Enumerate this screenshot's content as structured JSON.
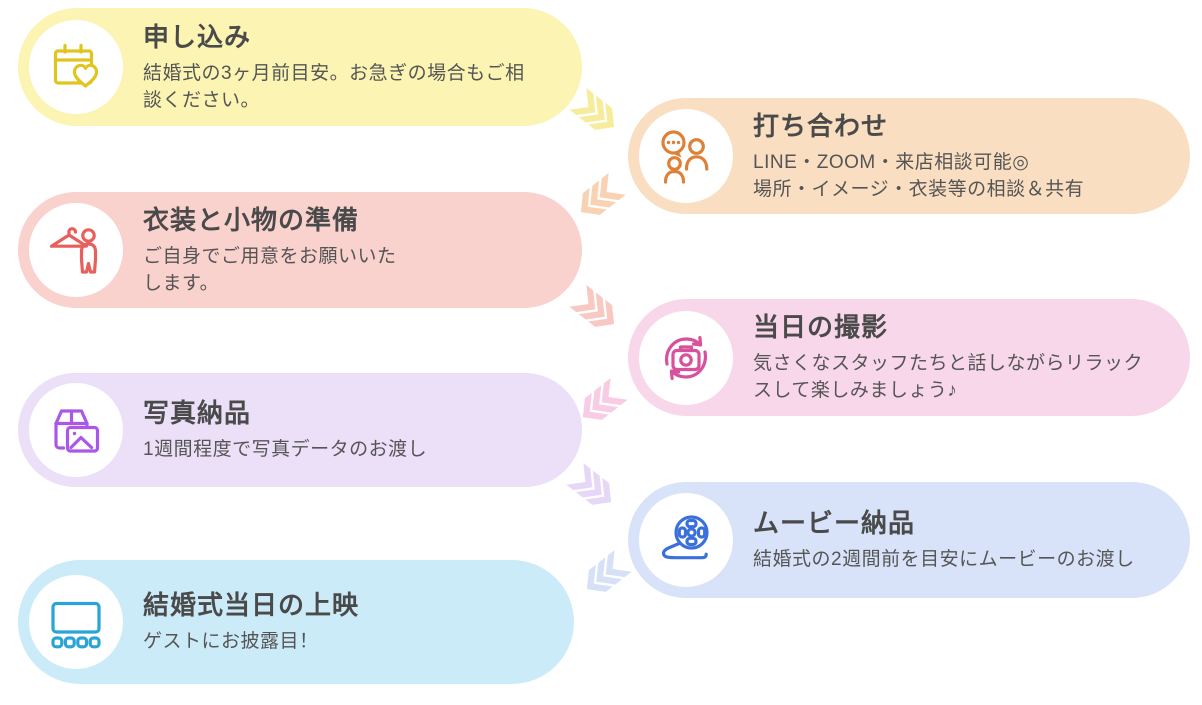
{
  "theme": {
    "background": "#ffffff",
    "title_color": "#4a4a4a",
    "body_color": "#555555"
  },
  "steps": [
    {
      "title": "申し込み",
      "body": "結婚式の3ヶ月前目安。お急ぎの場合もご相\n談ください。",
      "icon": "calendar-heart-icon",
      "card_color": "#FBF4B2",
      "icon_color": "#E0C51E",
      "side": "left"
    },
    {
      "title": "打ち合わせ",
      "body": "LINE・ZOOM・来店相談可能◎\n場所・イメージ・衣装等の相談＆共有",
      "icon": "chat-people-icon",
      "card_color": "#FADEC1",
      "icon_color": "#DD8138",
      "side": "right"
    },
    {
      "title": "衣装と小物の準備",
      "body": "ご自身でご用意をお願いいた\nします。",
      "icon": "hanger-person-icon",
      "card_color": "#F9D1CD",
      "icon_color": "#E8605C",
      "side": "left"
    },
    {
      "title": "当日の撮影",
      "body": "気さくなスタッフたちと話しながらリラック\nスして楽しみましょう♪",
      "icon": "camera-refresh-icon",
      "card_color": "#F9D7EA",
      "icon_color": "#D8519C",
      "side": "right"
    },
    {
      "title": "写真納品",
      "body": "1週間程度で写真データのお渡し",
      "icon": "box-photo-icon",
      "card_color": "#ECDFF8",
      "icon_color": "#AA58E8",
      "side": "left"
    },
    {
      "title": "ムービー納品",
      "body": "結婚式の2週間前を目安にムービーのお渡し",
      "icon": "film-reel-icon",
      "card_color": "#D8E3FA",
      "icon_color": "#3B70DB",
      "side": "right"
    },
    {
      "title": "結婚式当日の上映",
      "body": "ゲストにお披露目！",
      "icon": "screen-presentation-icon",
      "card_color": "#CBEBF8",
      "icon_color": "#29A4D8",
      "side": "left"
    }
  ],
  "arrows": [
    {
      "direction": "down-right",
      "color": "#F7EC9C"
    },
    {
      "direction": "down-left",
      "color": "#F8D2B3"
    },
    {
      "direction": "down-right",
      "color": "#F8C9C3"
    },
    {
      "direction": "down-left",
      "color": "#F8CCE4"
    },
    {
      "direction": "down-right",
      "color": "#E7D7F6"
    },
    {
      "direction": "down-left",
      "color": "#D6E1F7"
    }
  ]
}
